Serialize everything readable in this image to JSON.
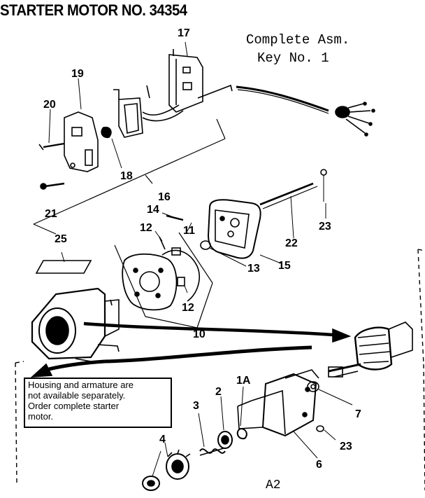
{
  "title": "STARTER MOTOR NO. 34354",
  "note": {
    "line1": "Complete Asm.",
    "line2": "Key No. 1"
  },
  "callout": {
    "line1": "Housing and armature are",
    "line2": "not available separately.",
    "line3": "Order complete starter",
    "line4": "motor."
  },
  "reference": "A2",
  "part_labels": {
    "p17": "17",
    "p19": "19",
    "p20": "20",
    "p18": "18",
    "p16": "16",
    "p21": "21",
    "p25": "25",
    "p14": "14",
    "p12a": "12",
    "p11": "11",
    "p12b": "12",
    "p10": "10",
    "p13": "13",
    "p15": "15",
    "p22": "22",
    "p23a": "23",
    "p7": "7",
    "p23b": "23",
    "p6": "6",
    "p1a": "1A",
    "p2": "2",
    "p3": "3",
    "p4": "4"
  }
}
